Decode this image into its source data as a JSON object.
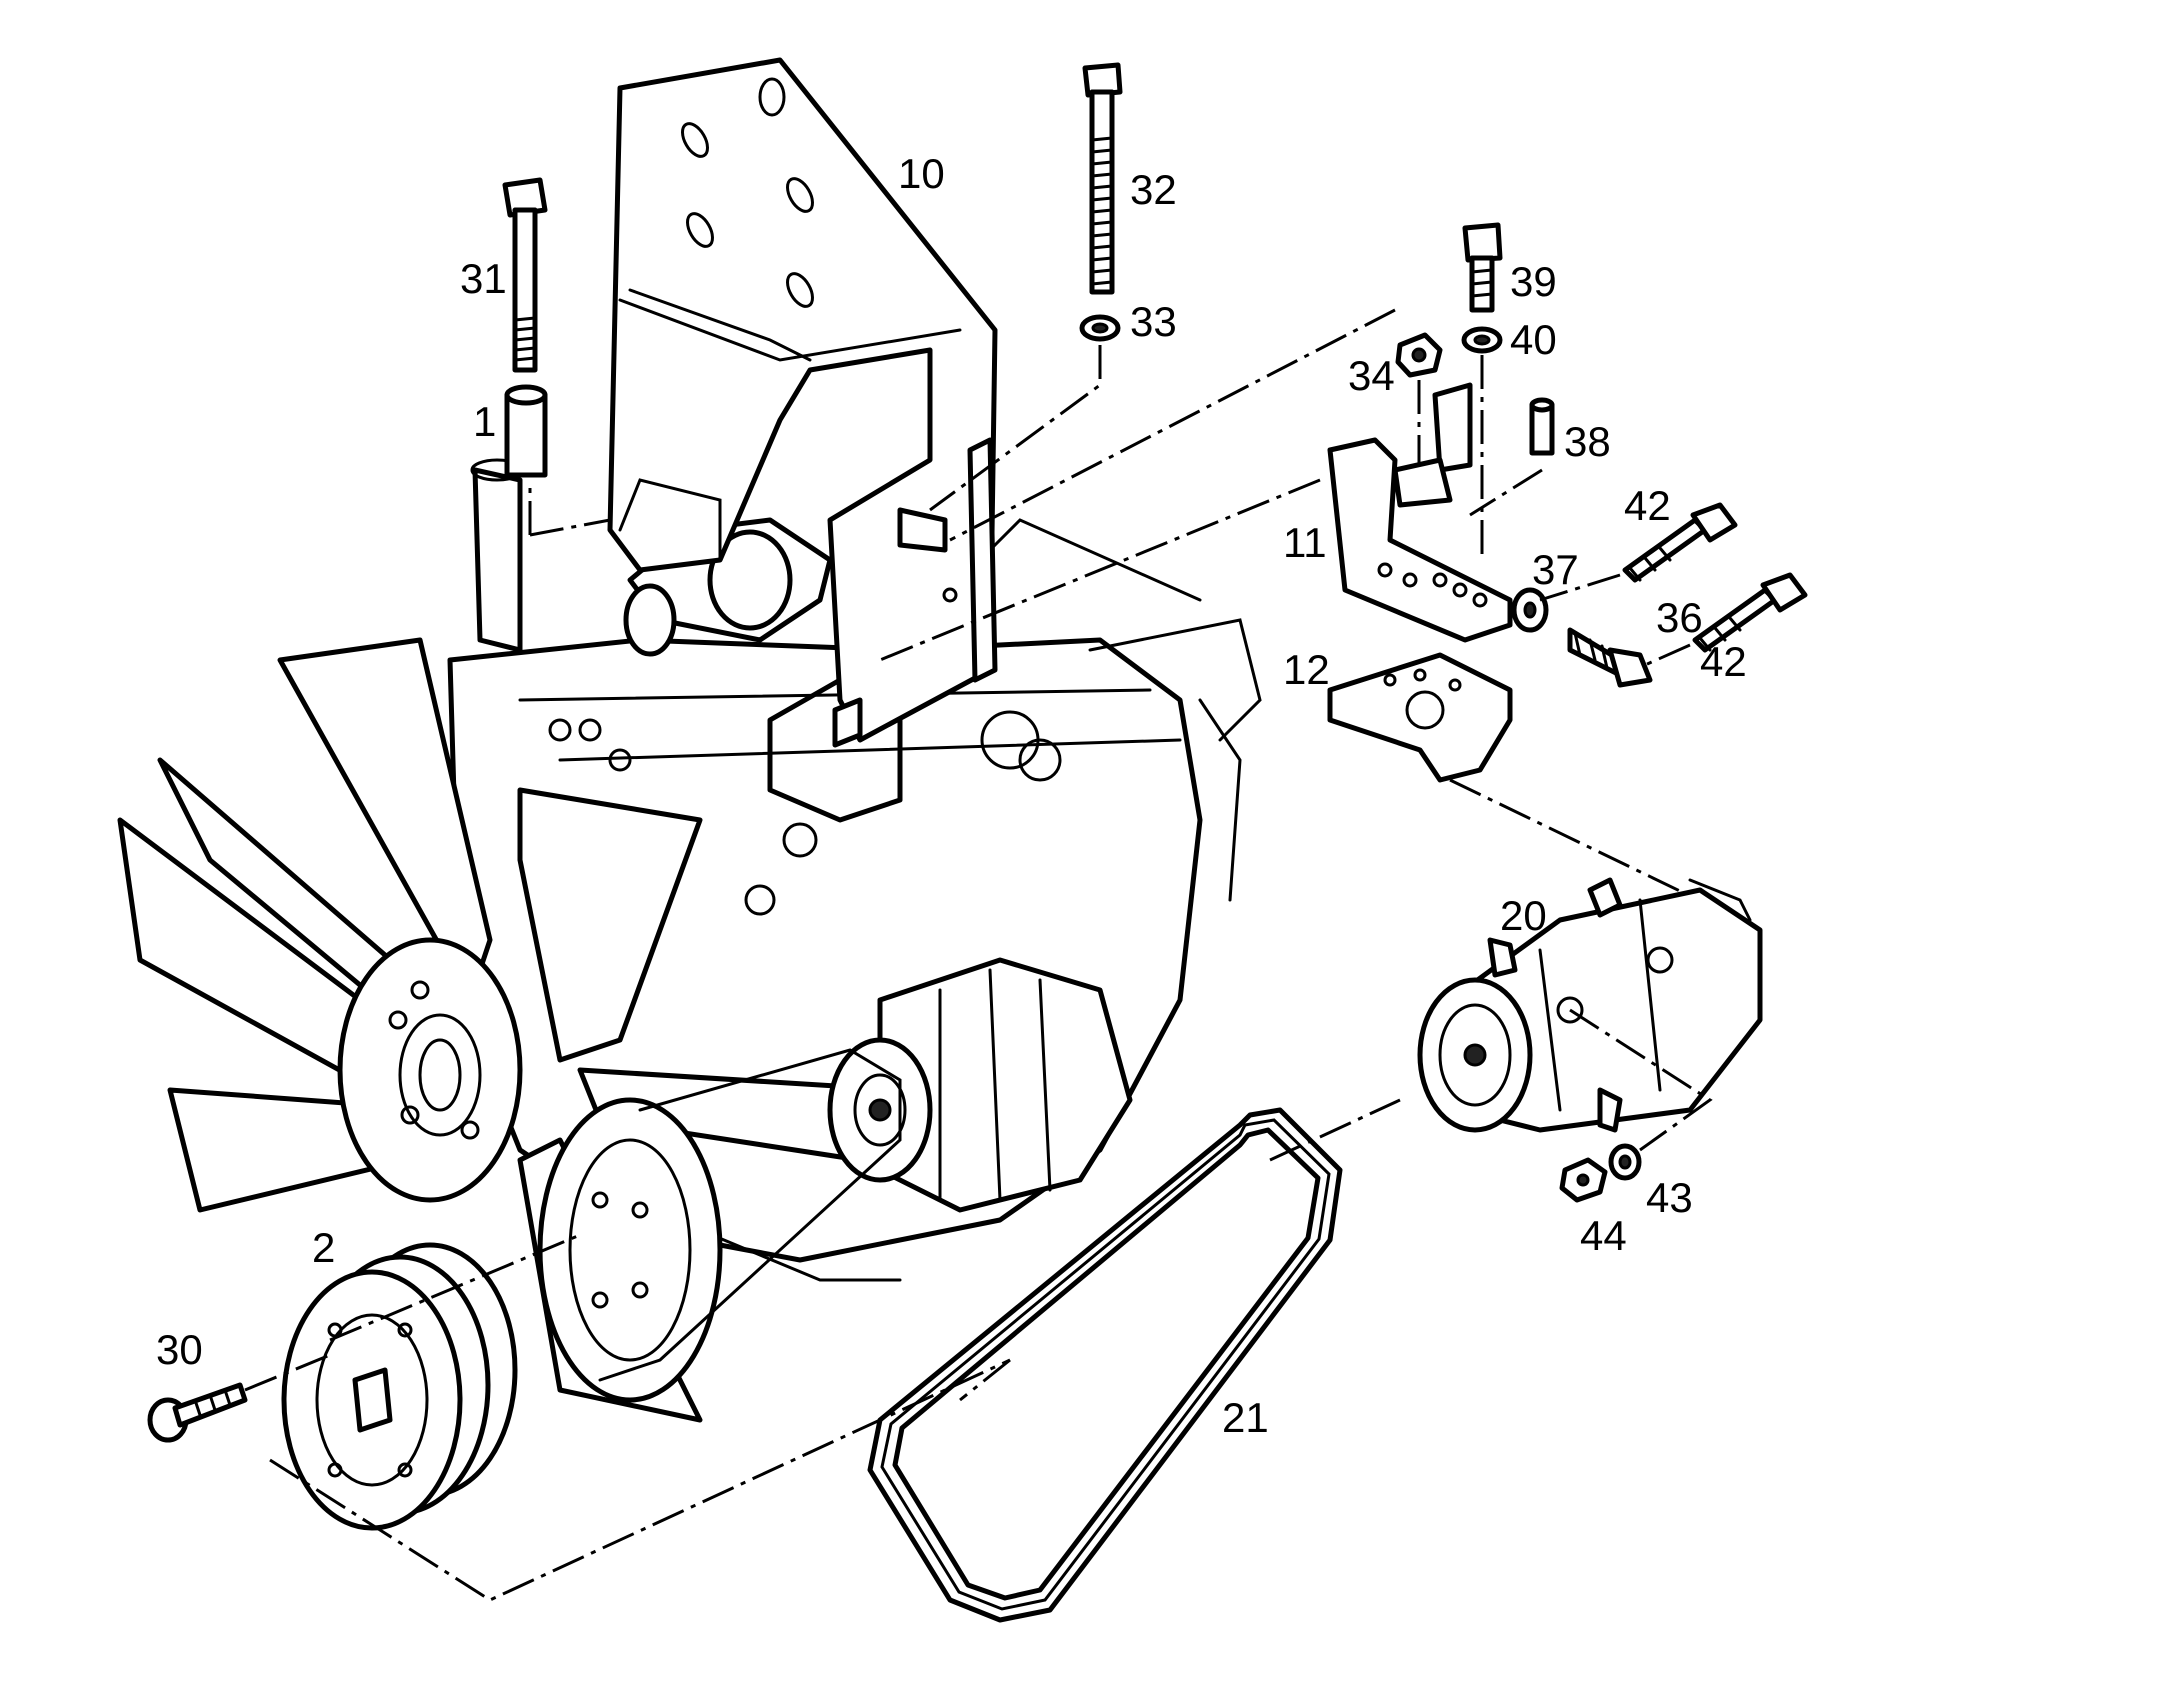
{
  "labels": {
    "p1": "1",
    "p2": "2",
    "p10": "10",
    "p11": "11",
    "p12": "12",
    "p20": "20",
    "p21": "21",
    "p30": "30",
    "p31": "31",
    "p32": "32",
    "p33": "33",
    "p34": "34",
    "p36": "36",
    "p37": "37",
    "p38": "38",
    "p39": "39",
    "p40": "40",
    "p42a": "42",
    "p42b": "42",
    "p43": "43",
    "p44": "44"
  },
  "colors": {
    "ink": "#000000",
    "paper": "#ffffff"
  }
}
